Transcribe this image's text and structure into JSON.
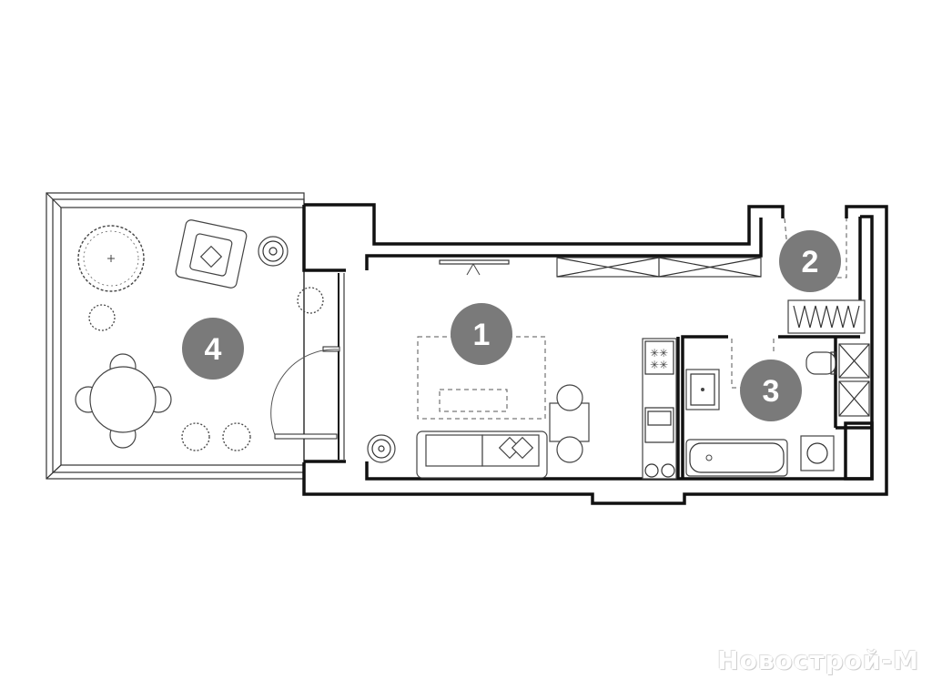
{
  "rooms": [
    {
      "number": "1",
      "name": "living-room"
    },
    {
      "number": "2",
      "name": "hallway"
    },
    {
      "number": "3",
      "name": "bathroom"
    },
    {
      "number": "4",
      "name": "terrace"
    }
  ],
  "badge_color": "#7a7a7a",
  "watermark": "Новострой-М"
}
